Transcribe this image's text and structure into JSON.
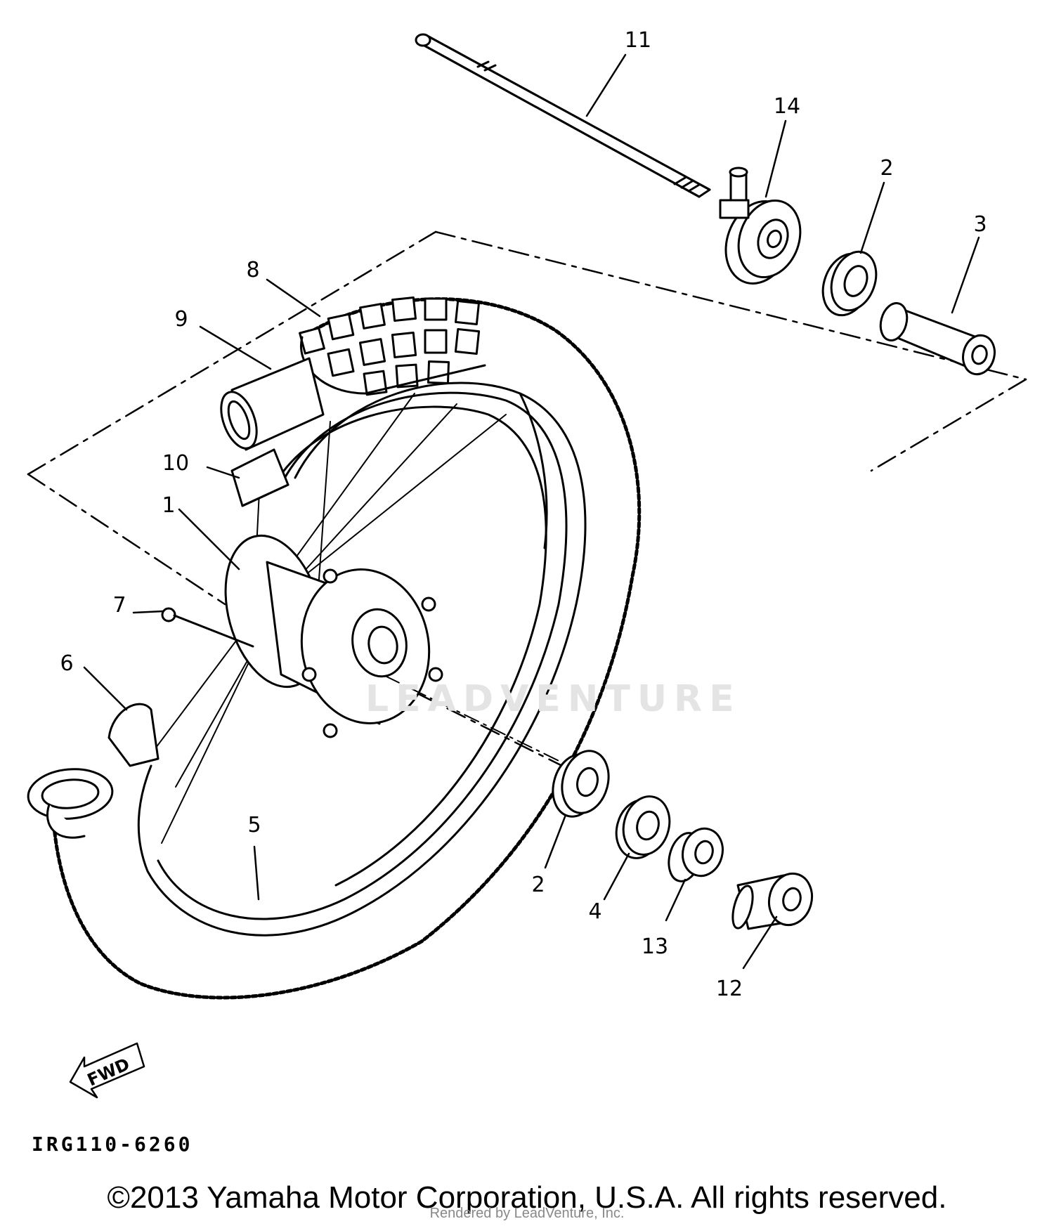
{
  "callouts": {
    "p1": "1",
    "p2a": "2",
    "p2b": "2",
    "p3": "3",
    "p4": "4",
    "p5": "5",
    "p6": "6",
    "p7": "7",
    "p8": "8",
    "p9": "9",
    "p10": "10",
    "p11": "11",
    "p12": "12",
    "p13": "13",
    "p14": "14"
  },
  "fwd_label": "FWD",
  "diagram_code": "IRG110-6260",
  "watermark": "LEADVENTURE",
  "copyright": "©2013 Yamaha Motor Corporation, U.S.A. All rights reserved.",
  "rendered_by": "Rendered by LeadVenture, Inc."
}
